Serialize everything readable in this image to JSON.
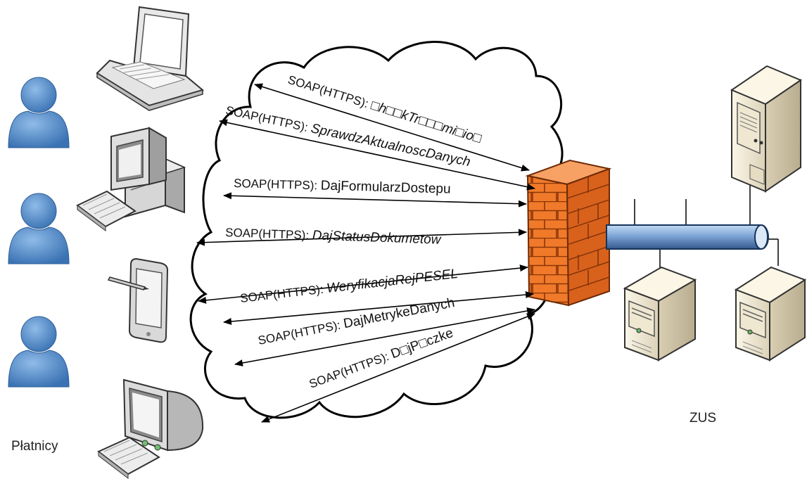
{
  "labels": {
    "left_group": "Płatnicy",
    "right_group": "ZUS"
  },
  "connections": [
    {
      "prefix": "SOAP(HTTPS): ",
      "method": "□h□□kTr□□□mi□io□"
    },
    {
      "prefix": "SOAP(HTTPS): ",
      "method": "SprawdzAktualnoscDanych"
    },
    {
      "prefix": "SOAP(HTTPS): ",
      "method": "DajFormularzDostepu"
    },
    {
      "prefix": "SOAP(HTTPS): ",
      "method": "DajStatusDokumetow"
    },
    {
      "prefix": "SOAP(HTTPS): ",
      "method": "WeryfikacjaRejPESEL"
    },
    {
      "prefix": "SOAP(HTTPS): ",
      "method": "DajMetrykeDanych"
    },
    {
      "prefix": "SOAP(HTTPS): ",
      "method": "D□jP□czke"
    }
  ],
  "colors": {
    "person": "#4f88c6",
    "firewall": "#f07a2a",
    "pipe": "#7ea6d6",
    "server": "#f2ebd8"
  },
  "icons": {
    "users": [
      "person-icon",
      "person-icon",
      "person-icon"
    ],
    "clients": [
      "laptop-icon",
      "desktop-pc-icon",
      "tablet-icon",
      "crt-monitor-icon"
    ],
    "servers": [
      "tower-server-icon",
      "tower-server-icon",
      "tower-server-icon"
    ]
  }
}
